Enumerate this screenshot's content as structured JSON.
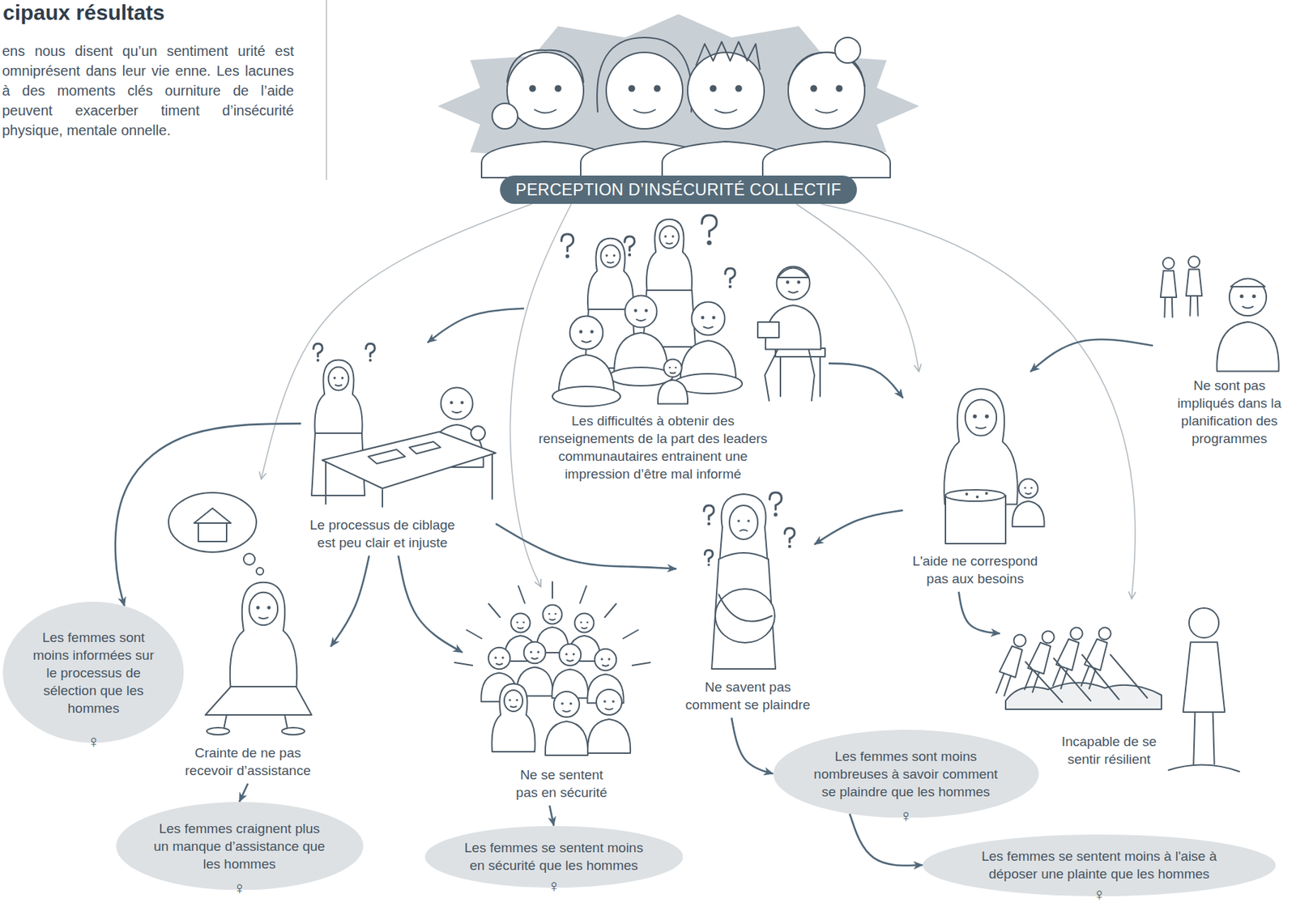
{
  "diagram": {
    "title": "cipaux résultats",
    "nodes": [
      {
        "text": [
          "PERCEPTION D’INSÉCURITÉ COLLECTIF"
        ]
      },
      {
        "text": [
          "Les difficultés à obtenir des renseignements de la part des leaders communautaires entrainent une impression d’être mal informé"
        ]
      },
      {
        "text": [
          "Ne sont pas impliqués dans la planification des programmes"
        ]
      },
      {
        "text": [
          "Le processus de ciblage est peu clair et injuste"
        ]
      },
      {
        "text": [
          "L'aide ne correspond pas aux besoins"
        ]
      },
      {
        "text": [
          "Les femmes sont moins informées sur le processus de sélection que les hommes",
          "♀"
        ]
      },
      {
        "text": [
          "Crainte de ne pas recevoir d’assistance"
        ]
      },
      {
        "text": [
          "Ne se sentent pas en sécurité"
        ]
      },
      {
        "text": [
          "Ne savent pas comment se plaindre"
        ]
      },
      {
        "text": [
          "Incapable de se sentir résilient"
        ]
      },
      {
        "text": [
          "Les femmes craignent plus un manque d’assistance que les hommes",
          "♀"
        ]
      },
      {
        "text": [
          "Les femmes se sentent moins en sécurité que les hommes",
          "♀"
        ]
      },
      {
        "text": [
          "Les femmes sont moins nombreuses à savoir comment se plaindre que les hommes",
          "♀"
        ]
      },
      {
        "text": [
          "Les femmes se sentent moins à l'aise à déposer une plainte que les hommes",
          "♀"
        ]
      }
    ],
    "edges": [
      {
        "from": 0,
        "to": 6,
        "arrow": "to"
      },
      {
        "from": 0,
        "to": 7,
        "arrow": "to"
      },
      {
        "from": 0,
        "to": 4,
        "arrow": "to"
      },
      {
        "from": 0,
        "to": 9,
        "arrow": "to"
      },
      {
        "from": 1,
        "to": 3,
        "arrow": "to"
      },
      {
        "from": 1,
        "to": 4,
        "arrow": "to"
      },
      {
        "from": 2,
        "to": 4,
        "arrow": "to"
      },
      {
        "from": 3,
        "to": 5,
        "arrow": "to"
      },
      {
        "from": 3,
        "to": 6,
        "arrow": "to"
      },
      {
        "from": 3,
        "to": 7,
        "arrow": "to"
      },
      {
        "from": 3,
        "to": 8,
        "arrow": "to"
      },
      {
        "from": 4,
        "to": 8,
        "arrow": "to"
      },
      {
        "from": 4,
        "to": 9,
        "arrow": "to"
      },
      {
        "from": 6,
        "to": 10,
        "arrow": "to"
      },
      {
        "from": 7,
        "to": 11,
        "arrow": "to"
      },
      {
        "from": 8,
        "to": 12,
        "arrow": "to"
      },
      {
        "from": 12,
        "to": 13,
        "arrow": "to"
      }
    ],
    "labels": [
      "ens nous disent qu’un sentiment urité est omniprésent dans leur vie enne. Les lacunes à des moments clés ourniture de l’aide peuvent exacerber timent d’insécurité physique, mentale onnelle."
    ]
  }
}
